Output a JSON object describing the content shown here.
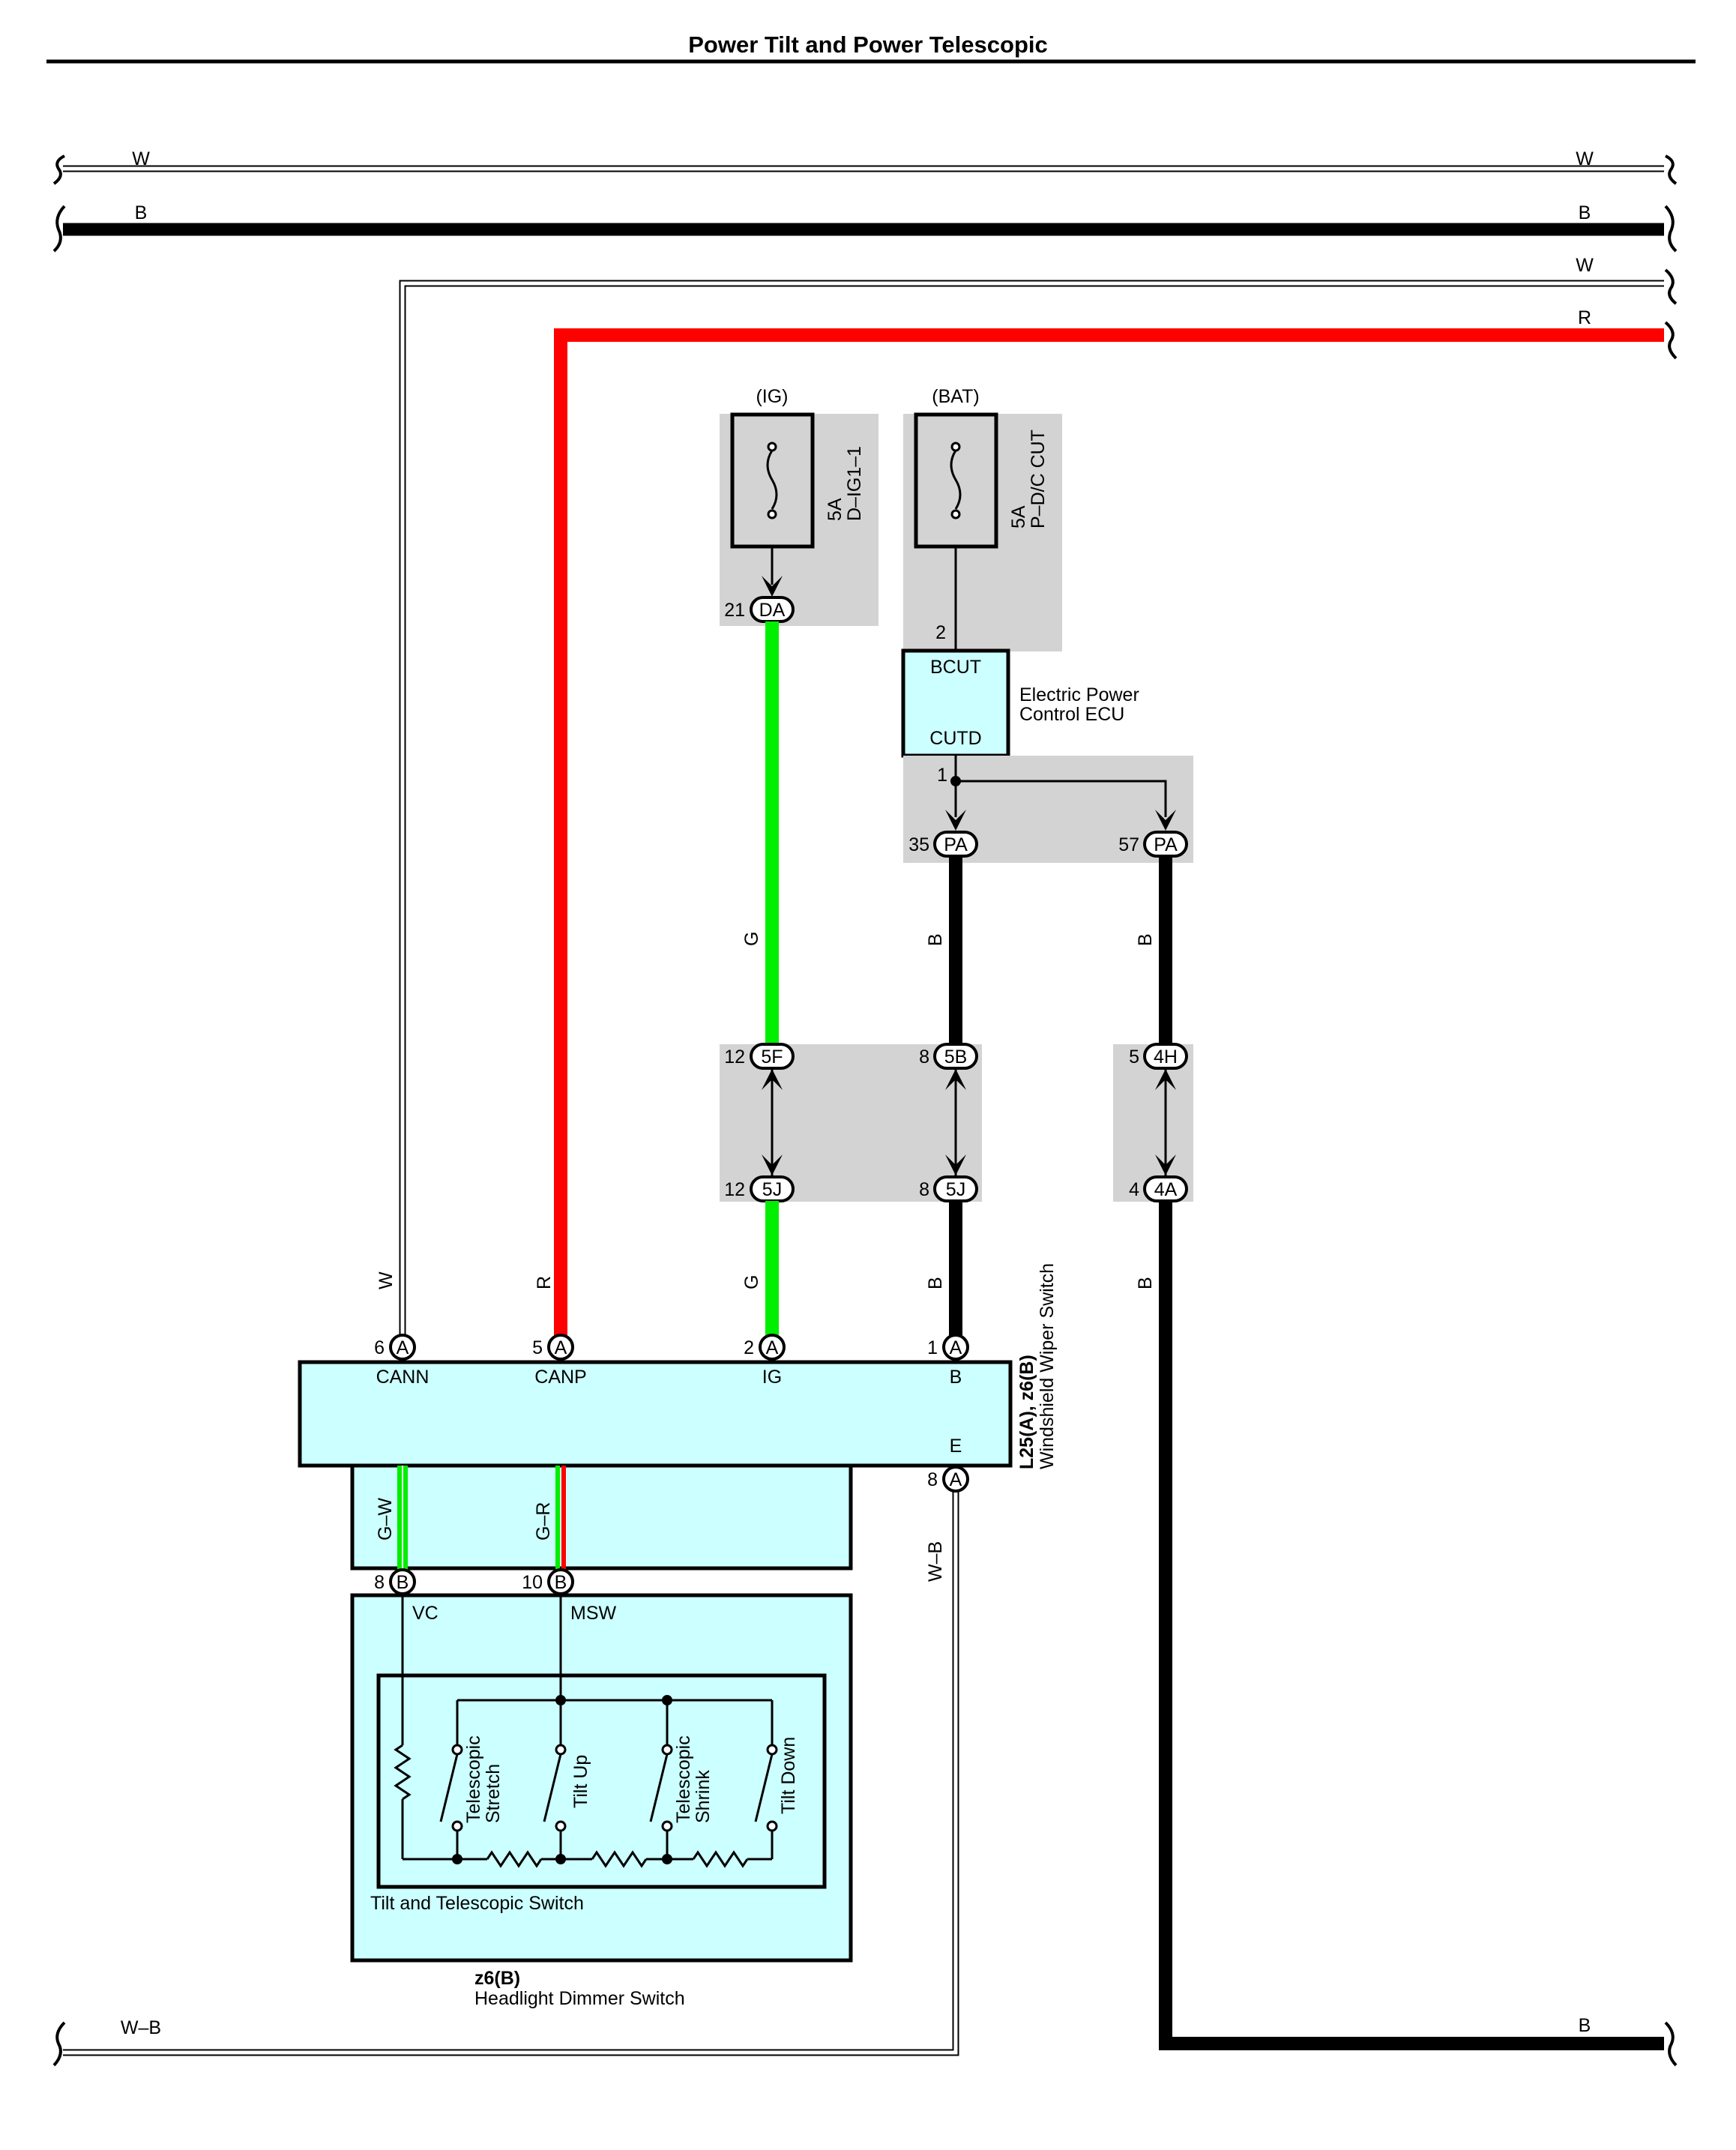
{
  "page": {
    "title": "Power Tilt and Power Telescopic"
  },
  "bus": {
    "w_left": "W",
    "w_right": "W",
    "b_left": "B",
    "b_right": "B",
    "w2_right": "W",
    "r_right": "R",
    "wb_left": "W–B",
    "b_bottom_right": "B"
  },
  "fuses": {
    "ig": {
      "label": "(IG)",
      "rating": "5A",
      "name": "D–IG1–1",
      "pin": "21",
      "connector": "DA"
    },
    "bat": {
      "label": "(BAT)",
      "rating": "5A",
      "name": "P–D/C CUT",
      "pin": "2"
    }
  },
  "ecu": {
    "pin_top": "BCUT",
    "pin_bottom": "CUTD",
    "name_line1": "Electric Power",
    "name_line2": "Control ECU",
    "pin_out": "1",
    "connectors": [
      {
        "pin": "35",
        "id": "PA"
      },
      {
        "pin": "57",
        "id": "PA"
      }
    ]
  },
  "wires": {
    "g_upper": "G",
    "b_upper_1": "B",
    "b_upper_2": "B",
    "w_lower": "W",
    "r_lower": "R",
    "g_lower": "G",
    "b_lower_1": "B",
    "b_lower_2": "B",
    "gw": "G–W",
    "gr": "G–R",
    "wb": "W–B"
  },
  "junctions": {
    "j1_top": {
      "pin": "12",
      "id": "5F"
    },
    "j1_bot": {
      "pin": "12",
      "id": "5J"
    },
    "j2_top": {
      "pin": "8",
      "id": "5B"
    },
    "j2_bot": {
      "pin": "8",
      "id": "5J"
    },
    "j3_top": {
      "pin": "5",
      "id": "4H"
    },
    "j3_bot": {
      "pin": "4",
      "id": "4A"
    }
  },
  "wiper_switch": {
    "pins": [
      {
        "num": "6",
        "conn": "A",
        "name": "CANN"
      },
      {
        "num": "5",
        "conn": "A",
        "name": "CANP"
      },
      {
        "num": "2",
        "conn": "A",
        "name": "IG"
      },
      {
        "num": "1",
        "conn": "A",
        "name": "B"
      }
    ],
    "ground_pin": {
      "num": "8",
      "conn": "A",
      "name": "E"
    },
    "code": "L25(A), z6(B)",
    "name": "Windshield Wiper Switch"
  },
  "dimmer_switch": {
    "pin_vc": {
      "num": "8",
      "conn": "B",
      "name": "VC"
    },
    "pin_msw": {
      "num": "10",
      "conn": "B",
      "name": "MSW"
    },
    "switches": [
      {
        "line1": "Telescopic",
        "line2": "Stretch"
      },
      {
        "line1": "Tilt Up",
        "line2": ""
      },
      {
        "line1": "Telescopic",
        "line2": "Shrink"
      },
      {
        "line1": "Tilt Down",
        "line2": ""
      }
    ],
    "inner_name": "Tilt and Telescopic Switch",
    "code": "z6(B)",
    "name": "Headlight Dimmer Switch"
  },
  "colors": {
    "red": "#ff0000",
    "green": "#00ee00",
    "black": "#000000",
    "cyan_box": "#ccffff",
    "gray_box": "#d3d3d3"
  }
}
